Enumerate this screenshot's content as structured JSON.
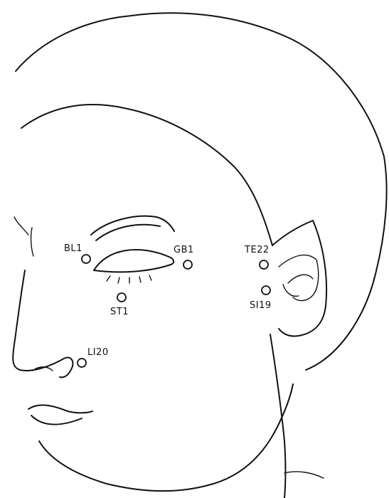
{
  "points": {
    "bl1": "BL1",
    "gb1": "GB1",
    "te22": "TE22",
    "st1": "ST1",
    "si19": "SI19",
    "li20": "LI20"
  },
  "colors": {
    "ink": "#111111",
    "paper": "#ffffff"
  }
}
